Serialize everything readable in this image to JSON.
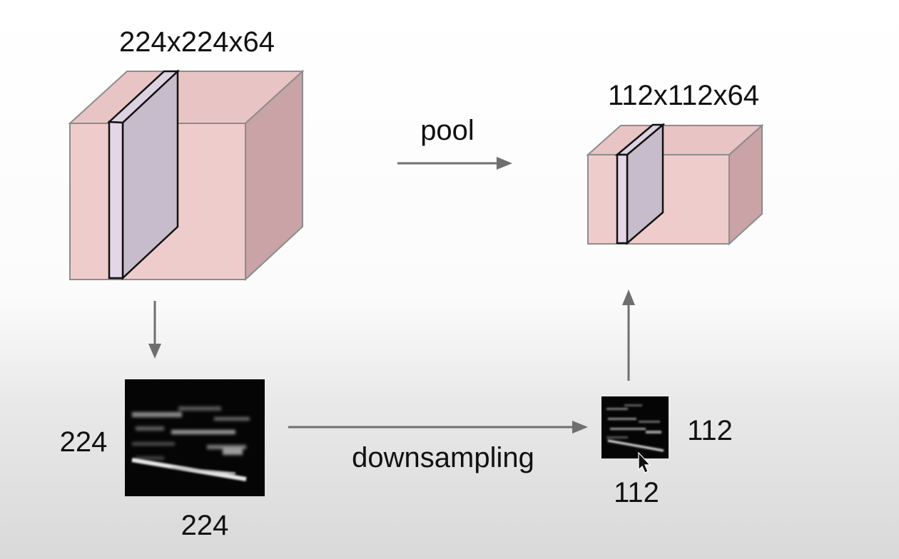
{
  "large_volume": {
    "dims_label": "224x224x64"
  },
  "small_volume": {
    "dims_label": "112x112x64"
  },
  "pool_arrow": {
    "label": "pool"
  },
  "downsampling_arrow": {
    "label": "downsampling"
  },
  "large_slice": {
    "height_label": "224",
    "width_label": "224"
  },
  "small_slice": {
    "height_label": "112",
    "width_label": "112"
  },
  "colors": {
    "cube_front": "#efcccc",
    "cube_top": "#e9c4c5",
    "cube_side": "#c9a3a6",
    "cube_edge": "#8c8c8c",
    "slice_fill": "#c9bccb",
    "slice_edge": "#111111",
    "arrow": "#6f6f6f"
  },
  "icons": [
    "mouse-cursor-icon"
  ]
}
